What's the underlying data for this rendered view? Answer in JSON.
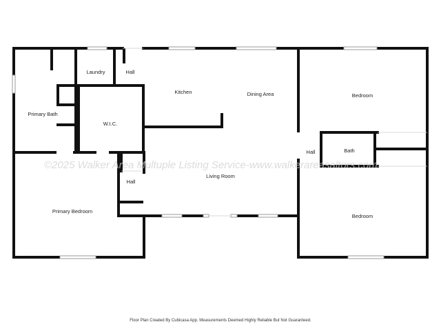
{
  "rooms": {
    "laundry": "Laundry",
    "hall_top": "Hall",
    "kitchen": "Kitchen",
    "dining_area": "Dining Area",
    "bedroom_top": "Bedroom",
    "primary_bath": "Primary Bath",
    "wic": "W.I.C.",
    "hall_right": "Hall",
    "bath": "Bath",
    "living_room": "Living Room",
    "hall_left": "Hall",
    "primary_bedroom": "Primary Bedroom",
    "bedroom_bottom": "Bedroom"
  },
  "watermark": "©2025 Walker Area Multuple Listing Service-www.walkerareasaltors.com",
  "footer": "Floor Plan Created By Cubicasa App. Measurements Deemed Highly Reliable But Not Guaranteed.",
  "colors": {
    "wall": "#111111",
    "window": "#9a9a9a",
    "background": "#ffffff"
  }
}
